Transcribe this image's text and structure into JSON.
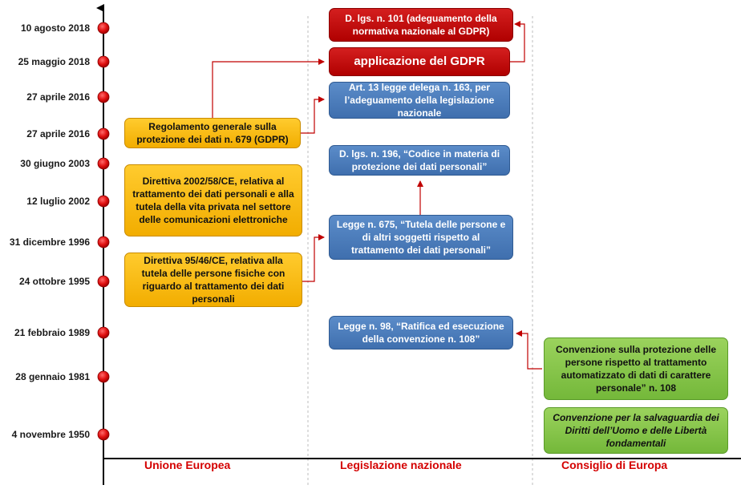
{
  "dates": [
    "10 agosto 2018",
    "25 maggio 2018",
    "27 aprile 2016",
    "27 aprile 2016",
    "30 giugno 2003",
    "12 luglio 2002",
    "31 dicembre 1996",
    "24 ottobre 1995",
    "21 febbraio 1989",
    "28 gennaio 1981",
    "4 novembre 1950"
  ],
  "columns": {
    "eu": "Unione Europea",
    "national": "Legislazione nazionale",
    "coe": "Consiglio di Europa"
  },
  "boxes": {
    "gdpr_reg": "Regolamento generale sulla protezione dei dati n. 679 (GDPR)",
    "dir_2002": "Direttiva 2002/58/CE, relativa al trattamento dei dati personali e alla tutela della vita privata nel settore delle comunicazioni elettroniche",
    "dir_95": "Direttiva 95/46/CE, relativa alla tutela delle persone fisiche con riguardo al trattamento dei dati personali",
    "dlgs_101": "D. lgs. n. 101 (adeguamento della normativa nazionale al GDPR)",
    "gdpr_apply": "applicazione del GDPR",
    "art13": "Art. 13 legge delega n. 163, per l’adeguamento della legislazione nazionale",
    "dlgs_196": "D. lgs. n. 196, “Codice in materia di protezione dei dati personali”",
    "legge_675": "Legge n. 675, “Tutela delle persone e di altri soggetti rispetto al trattamento dei dati personali”",
    "legge_98": "Legge n. 98, “Ratifica ed esecuzione della convenzione n. 108”",
    "conv_108": "Convenzione sulla protezione delle persone rispetto al trattamento automatizzato di dati di carattere personale” n. 108",
    "conv_echr": "Convenzione per la salvaguardia dei Diritti dell’Uomo e delle Libertà fondamentali"
  },
  "colors": {
    "eu": "#f2ad00",
    "red": "#c00000",
    "blue": "#4a7ebb",
    "green": "#84c341",
    "timeline_dot": "#e01010",
    "column_label": "#d40000"
  }
}
